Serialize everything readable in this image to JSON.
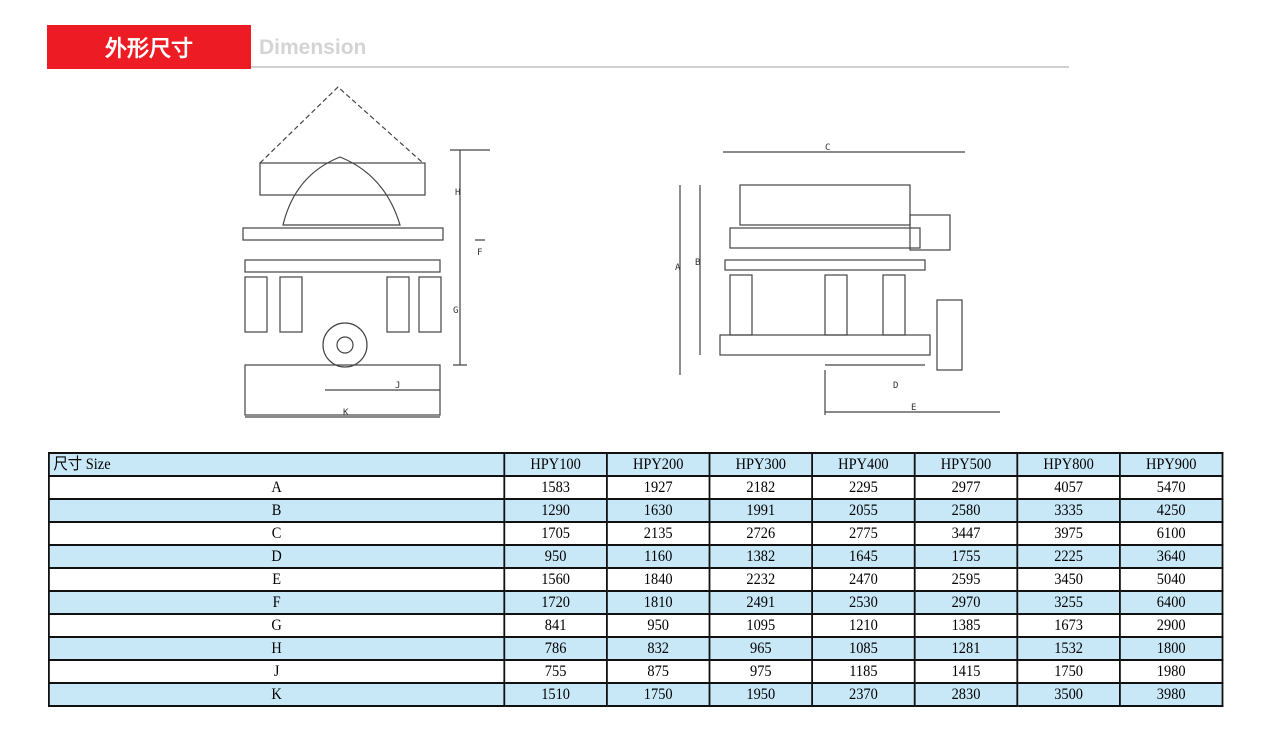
{
  "header": {
    "title_cn": "外形尺寸",
    "title_en": "Dimension"
  },
  "drawing_labels": {
    "left": [
      "H",
      "F",
      "G",
      "J",
      "K"
    ],
    "right": [
      "C",
      "A",
      "B",
      "D",
      "E"
    ]
  },
  "table": {
    "corner": "尺寸 Size",
    "columns": [
      "HPY100",
      "HPY200",
      "HPY300",
      "HPY400",
      "HPY500",
      "HPY800",
      "HPY900"
    ],
    "rows": [
      {
        "label": "A",
        "values": [
          "1583",
          "1927",
          "2182",
          "2295",
          "2977",
          "4057",
          "5470"
        ]
      },
      {
        "label": "B",
        "values": [
          "1290",
          "1630",
          "1991",
          "2055",
          "2580",
          "3335",
          "4250"
        ]
      },
      {
        "label": "C",
        "values": [
          "1705",
          "2135",
          "2726",
          "2775",
          "3447",
          "3975",
          "6100"
        ]
      },
      {
        "label": "D",
        "values": [
          "950",
          "1160",
          "1382",
          "1645",
          "1755",
          "2225",
          "3640"
        ]
      },
      {
        "label": "E",
        "values": [
          "1560",
          "1840",
          "2232",
          "2470",
          "2595",
          "3450",
          "5040"
        ]
      },
      {
        "label": "F",
        "values": [
          "1720",
          "1810",
          "2491",
          "2530",
          "2970",
          "3255",
          "6400"
        ]
      },
      {
        "label": "G",
        "values": [
          "841",
          "950",
          "1095",
          "1210",
          "1385",
          "1673",
          "2900"
        ]
      },
      {
        "label": "H",
        "values": [
          "786",
          "832",
          "965",
          "1085",
          "1281",
          "1532",
          "1800"
        ]
      },
      {
        "label": "J",
        "values": [
          "755",
          "875",
          "975",
          "1185",
          "1415",
          "1750",
          "1980"
        ]
      },
      {
        "label": "K",
        "values": [
          "1510",
          "1750",
          "1950",
          "2370",
          "2830",
          "3500",
          "3980"
        ]
      }
    ]
  }
}
